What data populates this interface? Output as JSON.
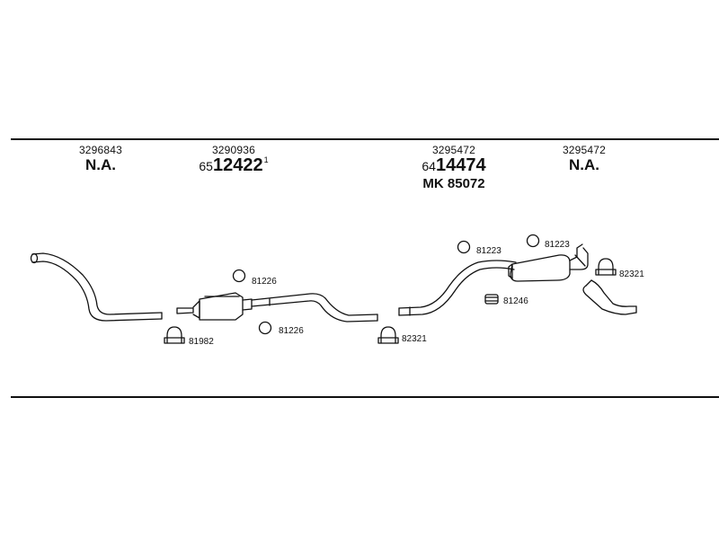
{
  "headers": [
    {
      "part_number": "3296843",
      "status": "N.A."
    },
    {
      "part_number": "3290936",
      "code_prefix": "65",
      "code_main": "12422",
      "code_suffix": "1"
    },
    {
      "part_number": "3295472",
      "code_prefix": "64",
      "code_main": "14474",
      "mk": "MK 85072"
    },
    {
      "part_number": "3295472",
      "status": "N.A."
    }
  ],
  "labels": {
    "clamp_left": "81982",
    "ring_mid_top": "81226",
    "ring_mid_bottom": "81226",
    "clamp_center": "82321",
    "ring_right_1": "81223",
    "ring_right_2": "81223",
    "rubber_mount": "81246",
    "clamp_right": "82321"
  }
}
